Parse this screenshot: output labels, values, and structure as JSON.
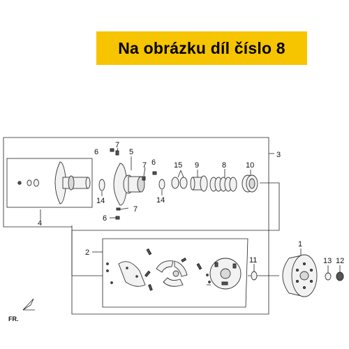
{
  "banner": {
    "text": "Na obrázku díl číslo 8"
  },
  "callouts": {
    "c1": "1",
    "c2": "2",
    "c3": "3",
    "c4": "4",
    "c5": "5",
    "c6a": "6",
    "c6b": "6",
    "c6c": "6",
    "c7a": "7",
    "c7b": "7",
    "c7c": "7",
    "c8": "8",
    "c9": "9",
    "c10": "10",
    "c11": "11",
    "c12": "12",
    "c13": "13",
    "c14a": "14",
    "c14b": "14",
    "c15": "15"
  },
  "direction": {
    "label": "FR."
  },
  "colors": {
    "banner": "#f7c400",
    "line": "#222222"
  }
}
